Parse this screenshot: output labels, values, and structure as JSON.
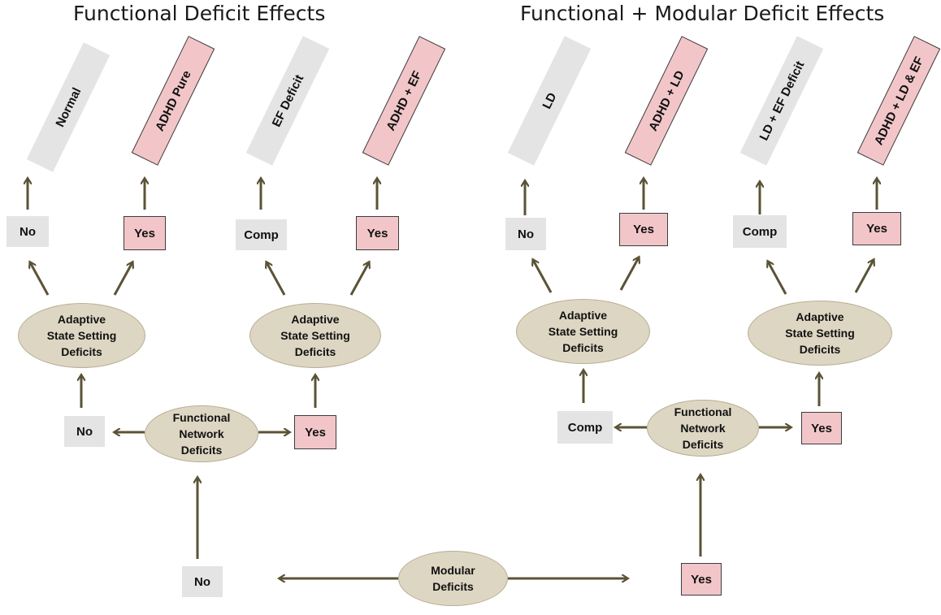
{
  "titles": {
    "left": "Functional Deficit Effects",
    "right": "Functional + Modular Deficit Effects"
  },
  "modular": {
    "ellipse": "Modular\nDeficits",
    "no": "No",
    "yes": "Yes"
  },
  "left_tree": {
    "network": "Functional\nNetwork\nDeficits",
    "branch_no": "No",
    "branch_yes": "Yes",
    "adaptive_a": "Adaptive\nState Setting\nDeficits",
    "adaptive_b": "Adaptive\nState Setting\nDeficits",
    "leaf_1": "No",
    "leaf_2": "Yes",
    "leaf_3": "Comp",
    "leaf_4": "Yes",
    "outcome_1": "Normal",
    "outcome_2": "ADHD Pure",
    "outcome_3": "EF Deficit",
    "outcome_4": "ADHD + EF"
  },
  "right_tree": {
    "network": "Functional\nNetwork\nDeficits",
    "branch_comp": "Comp",
    "branch_yes": "Yes",
    "adaptive_a": "Adaptive\nState Setting\nDeficits",
    "adaptive_b": "Adaptive\nState Setting\nDeficits",
    "leaf_1": "No",
    "leaf_2": "Yes",
    "leaf_3": "Comp",
    "leaf_4": "Yes",
    "outcome_1": "LD",
    "outcome_2": "ADHD + LD",
    "outcome_3": "LD + EF Deficit",
    "outcome_4": "ADHD + LD & EF"
  },
  "colors": {
    "arrow": "#5b5336",
    "ellipse_fill": "#ddd6c2",
    "grey_box": "#e4e4e4",
    "pink_box": "#f2c6c9"
  }
}
